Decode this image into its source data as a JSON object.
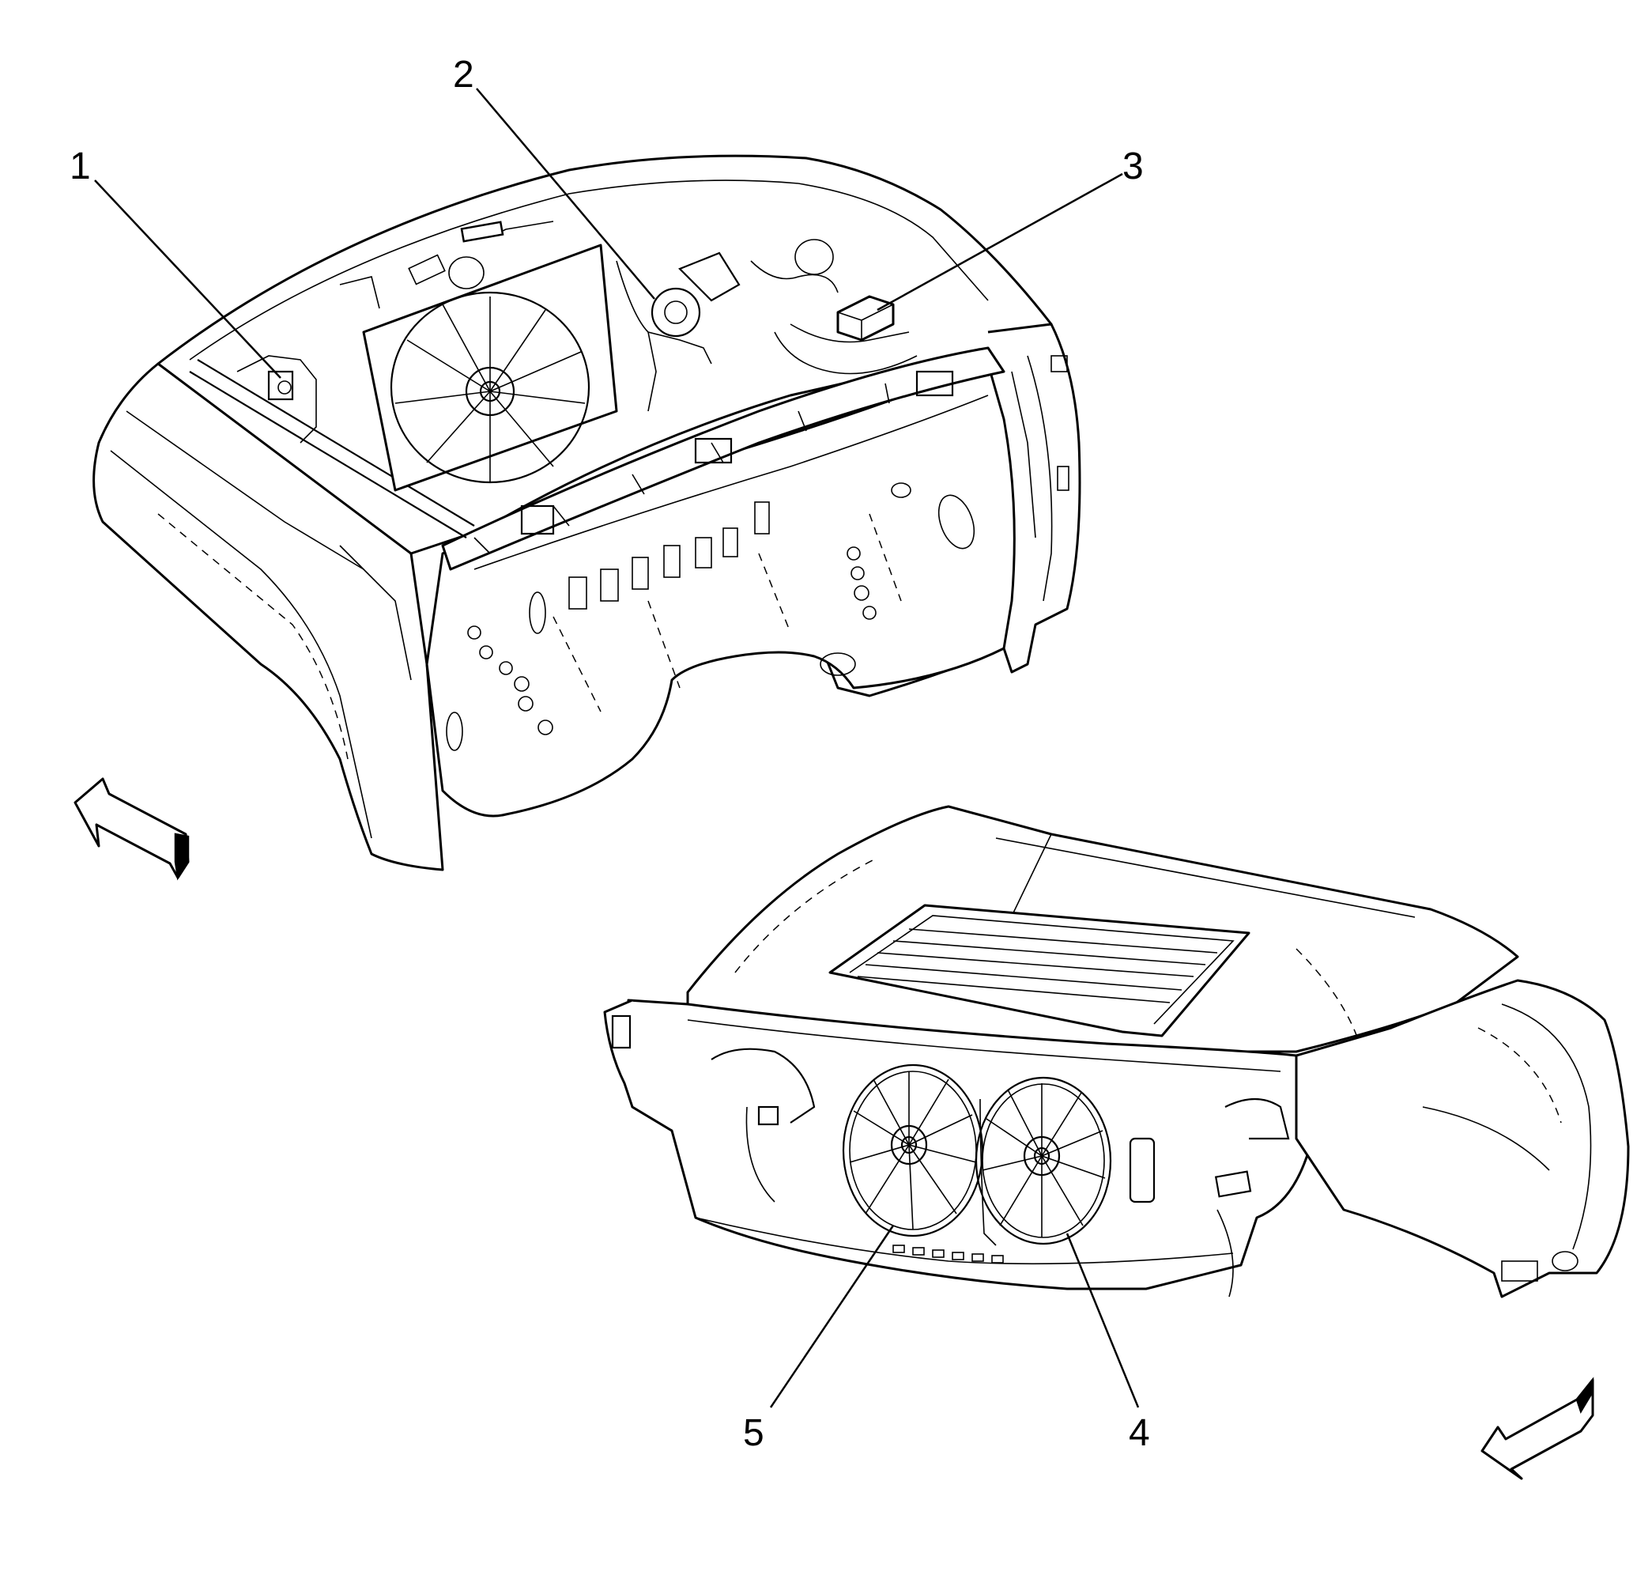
{
  "figure": {
    "callouts": [
      {
        "id": "1",
        "label": "1",
        "target": "component-1"
      },
      {
        "id": "2",
        "label": "2",
        "target": "component-2"
      },
      {
        "id": "3",
        "label": "3",
        "target": "relay-box"
      },
      {
        "id": "4",
        "label": "4",
        "target": "cooling-fan-right"
      },
      {
        "id": "5",
        "label": "5",
        "target": "cooling-fan-left"
      }
    ],
    "direction_arrows": [
      {
        "id": "front-arrow-upper",
        "icon": "forward-arrow-icon"
      },
      {
        "id": "front-arrow-lower",
        "icon": "forward-arrow-icon"
      }
    ],
    "views": [
      {
        "id": "upper-view",
        "subject": "engine-compartment-rear-view"
      },
      {
        "id": "lower-view",
        "subject": "front-end-fan-view"
      }
    ],
    "colors": {
      "line": "#000000",
      "background": "#ffffff"
    }
  }
}
